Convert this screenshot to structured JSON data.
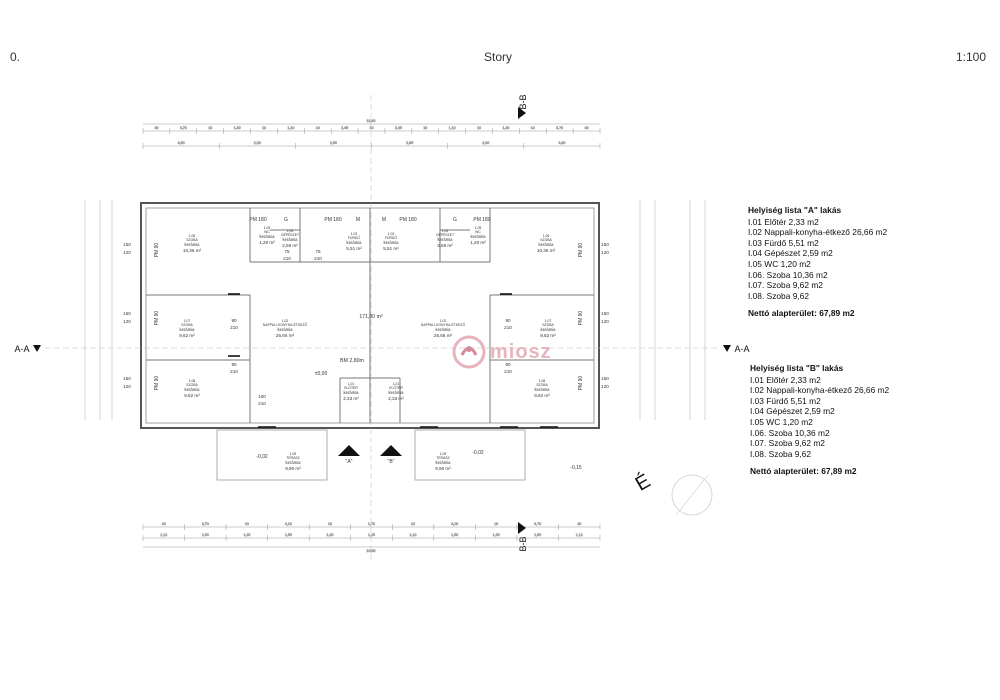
{
  "header": {
    "left": "0.",
    "center": "Story",
    "right": "1:100"
  },
  "sections": {
    "aa_left": "A-A",
    "aa_right": "A-A",
    "bb_top": "B-B",
    "bb_bottom": "B-B"
  },
  "north": "É",
  "list_a": {
    "title": "Helyiség lista \"A\" lakás",
    "items": [
      "I.01 Előtér 2,33 m2",
      "I.02 Nappali-konyha-étkező 26,66 m2",
      "I.03 Fürdő 5,51 m2",
      "I.04 Gépészet 2,59 m2",
      "I.05 WC 1,20 m2",
      "I.06. Szoba 10,36 m2",
      "I.07. Szoba 9,62 m2",
      "I.08. Szoba 9,62"
    ],
    "net": "Nettó alapterület: 67,89 m2"
  },
  "list_b": {
    "title": "Helyiség lista \"B\" lakás",
    "items": [
      "I.01 Előtér 2,33 m2",
      "I.02 Nappali-konyha-étkező 26,66 m2",
      "I.03 Fürdő 5,51 m2",
      "I.04 Gépészet 2,59 m2",
      "I.05 WC 1,20 m2",
      "I.06. Szoba 10,36 m2",
      "I.07. Szoba 9,62 m2",
      "I.08. Szoba 9,62"
    ],
    "net": "Nettó alapterület: 67,89 m2"
  },
  "watermark": "miosz",
  "plan": {
    "center_area": "171,00 m²",
    "center_level": "BM 2,80m",
    "level_000": "±0,00",
    "level_002_l": "-0,02",
    "level_002_r": "-0,02",
    "level_015": "-0,15",
    "entry_a": "\"A\"",
    "entry_b": "\"B\"",
    "rooms": [
      {
        "n": "1.06",
        "name": "SZOBA",
        "floor": "kerámia",
        "area": "10,36 m²"
      },
      {
        "n": "1.07",
        "name": "SZOBA",
        "floor": "kerámia",
        "area": "9,62 m²"
      },
      {
        "n": "1.08",
        "name": "SZOBA",
        "floor": "kerámia",
        "area": "9,62 m²"
      },
      {
        "n": "1.02",
        "name": "NAPPALI-KONYHA-ÉTKEZŐ",
        "floor": "kerámia",
        "area": "26,66 m²"
      },
      {
        "n": "1.05",
        "name": "WC",
        "floor": "kerámia",
        "area": "1,20 m²"
      },
      {
        "n": "1.04",
        "name": "GÉPÉSZET",
        "floor": "kerámia",
        "area": "2,59 m²"
      },
      {
        "n": "1.03",
        "name": "FÜRDŐ",
        "floor": "kerámia",
        "area": "5,51 m²"
      },
      {
        "n": "1.03",
        "name": "FÜRDŐ",
        "floor": "kerámia",
        "area": "5,51 m²"
      },
      {
        "n": "1.04",
        "name": "GÉPÉSZET",
        "floor": "kerámia",
        "area": "2,59 m²"
      },
      {
        "n": "1.05",
        "name": "WC",
        "floor": "kerámia",
        "area": "1,20 m²"
      },
      {
        "n": "1.06",
        "name": "SZOBA",
        "floor": "kerámia",
        "area": "10,36 m²"
      },
      {
        "n": "1.02",
        "name": "NAPPALI-KONYHA-ÉTKEZŐ",
        "floor": "kerámia",
        "area": "26,66 m²"
      },
      {
        "n": "1.07",
        "name": "SZOBA",
        "floor": "kerámia",
        "area": "9,62 m²"
      },
      {
        "n": "1.08",
        "name": "SZOBA",
        "floor": "kerámia",
        "area": "9,62 m²"
      },
      {
        "n": "1.01",
        "name": "ELŐTÉR",
        "floor": "kerámia",
        "area": "2,33 m²"
      },
      {
        "n": "1.01",
        "name": "ELŐTÉR",
        "floor": "kerámia",
        "area": "2,33 m²"
      },
      {
        "n": "1.09",
        "name": "TERASZ",
        "floor": "kerámia",
        "area": "9,90 m²"
      },
      {
        "n": "1.09",
        "name": "TERASZ",
        "floor": "kerámia",
        "area": "9,90 m²"
      }
    ],
    "markers": [
      "PM 180",
      "G",
      "PM 180",
      "M",
      "M",
      "PM 180",
      "G",
      "PM 180",
      "PM 90",
      "PM 90",
      "PM 90",
      "PM 90",
      "PM 90",
      "PM 90"
    ],
    "dims_top_1": [
      "40",
      "3,70",
      "10",
      "1,30",
      "10",
      "1,10",
      "10",
      "2,45",
      "10",
      "2,45",
      "10",
      "1,10",
      "10",
      "1,30",
      "10",
      "3,70",
      "40"
    ],
    "dims_top_2": [
      "4,60",
      "2,00",
      "2,65",
      "2,65",
      "2,00",
      "4,60"
    ],
    "dims_top_total": "18,90",
    "dims_bottom_1": [
      "40",
      "3,70",
      "10",
      "4,10",
      "10",
      "1,70",
      "10",
      "4,10",
      "10",
      "3,70",
      "40"
    ],
    "dims_bottom_2": [
      "1,12",
      "1,50",
      "1,25",
      "1,50",
      "1,00",
      "1,15",
      "1,10",
      "1,50",
      "1,25",
      "1,50",
      "1,12"
    ],
    "dims_bottom_total": "18,90",
    "dims_side": [
      "150",
      "120",
      "150",
      "120",
      "150",
      "120"
    ],
    "door_labels": [
      "75",
      "210",
      "75",
      "210",
      "90",
      "210",
      "90",
      "210",
      "90",
      "210",
      "90",
      "210",
      "100",
      "210"
    ]
  }
}
